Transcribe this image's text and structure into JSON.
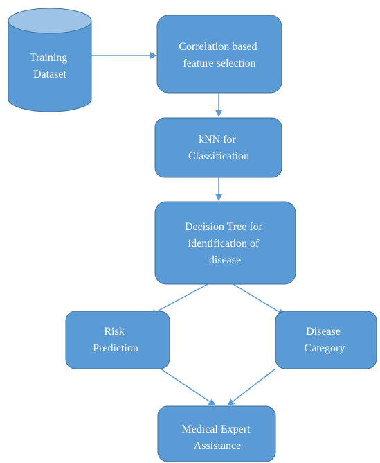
{
  "diagram": {
    "colors": {
      "node_fill": "#5b9bd5",
      "node_stroke": "#41719c",
      "cylinder_top": "#9dc3e6",
      "arrow": "#5b9bd5",
      "text": "#ffffff"
    },
    "nodes": {
      "training_dataset": {
        "lines": [
          "Training",
          "Dataset"
        ]
      },
      "correlation": {
        "lines": [
          "Correlation based",
          "feature selection"
        ]
      },
      "knn": {
        "lines": [
          "kNN for",
          "Classification"
        ]
      },
      "decision_tree": {
        "lines": [
          "Decision Tree for",
          "identification of",
          "disease"
        ]
      },
      "risk_prediction": {
        "lines": [
          "Risk",
          "Prediction"
        ]
      },
      "disease_category": {
        "lines": [
          "Disease",
          "Category"
        ]
      },
      "medical_expert": {
        "lines": [
          "Medical Expert",
          "Assistance"
        ]
      }
    },
    "edges": [
      {
        "from": "training_dataset",
        "to": "correlation"
      },
      {
        "from": "correlation",
        "to": "knn"
      },
      {
        "from": "knn",
        "to": "decision_tree"
      },
      {
        "from": "decision_tree",
        "to": "risk_prediction"
      },
      {
        "from": "decision_tree",
        "to": "disease_category"
      },
      {
        "from": "risk_prediction",
        "to": "medical_expert"
      },
      {
        "from": "disease_category",
        "to": "medical_expert"
      }
    ]
  }
}
